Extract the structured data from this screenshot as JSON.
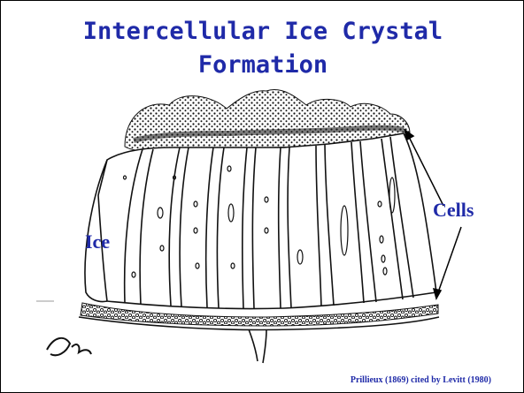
{
  "title": {
    "line1": "Intercellular Ice Crystal",
    "line2": "Formation"
  },
  "labels": {
    "ice": "Ice",
    "cells": "Cells"
  },
  "citation": "Prillieux (1869) cited by Levitt (1980)",
  "colors": {
    "title": "#1f2aa8",
    "labels": "#1f2aa8",
    "ink": "#111111"
  }
}
